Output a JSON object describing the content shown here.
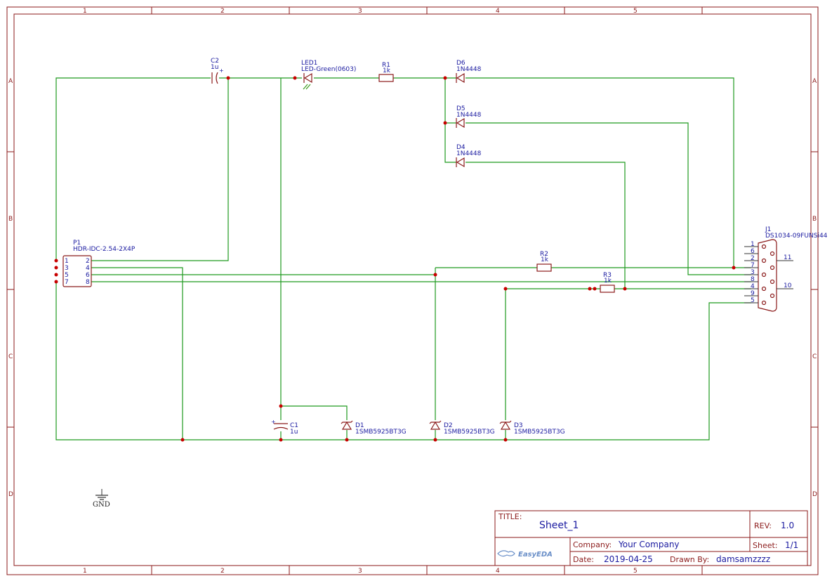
{
  "grid": {
    "columns": [
      "1",
      "2",
      "3",
      "4",
      "5"
    ],
    "rows": [
      "A",
      "B",
      "C",
      "D"
    ]
  },
  "components": {
    "c2": {
      "ref": "C2",
      "value": "1u"
    },
    "led1": {
      "ref": "LED1",
      "value": "LED-Green(0603)"
    },
    "r1": {
      "ref": "R1",
      "value": "1k"
    },
    "d6": {
      "ref": "D6",
      "value": "1N4448"
    },
    "d5": {
      "ref": "D5",
      "value": "1N4448"
    },
    "d4": {
      "ref": "D4",
      "value": "1N4448"
    },
    "r2": {
      "ref": "R2",
      "value": "1k"
    },
    "r3": {
      "ref": "R3",
      "value": "1k"
    },
    "p1": {
      "ref": "P1",
      "value": "HDR-IDC-2.54-2X4P",
      "pins_left": [
        "1",
        "3",
        "5",
        "7"
      ],
      "pins_right": [
        "2",
        "4",
        "6",
        "8"
      ]
    },
    "j1": {
      "ref": "J1",
      "value": "DS1034-09FUNSi44",
      "pins": [
        "1",
        "6",
        "2",
        "7",
        "3",
        "8",
        "4",
        "9",
        "5"
      ],
      "mount_pins": [
        "11",
        "10"
      ]
    },
    "c1": {
      "ref": "C1",
      "value": "1u"
    },
    "d1": {
      "ref": "D1",
      "value": "1SMB5925BT3G"
    },
    "d2": {
      "ref": "D2",
      "value": "1SMB5925BT3G"
    },
    "d3": {
      "ref": "D3",
      "value": "1SMB5925BT3G"
    }
  },
  "gnd_label": "GND",
  "title_block": {
    "title_label": "TITLE:",
    "title": "Sheet_1",
    "rev_label": "REV:",
    "rev": "1.0",
    "company_label": "Company:",
    "company": "Your Company",
    "sheet_label": "Sheet:",
    "sheet": "1/1",
    "date_label": "Date:",
    "date": "2019-04-25",
    "drawn_label": "Drawn By:",
    "drawn_by": "damsamzzzz",
    "logo": "EasyEDA"
  }
}
